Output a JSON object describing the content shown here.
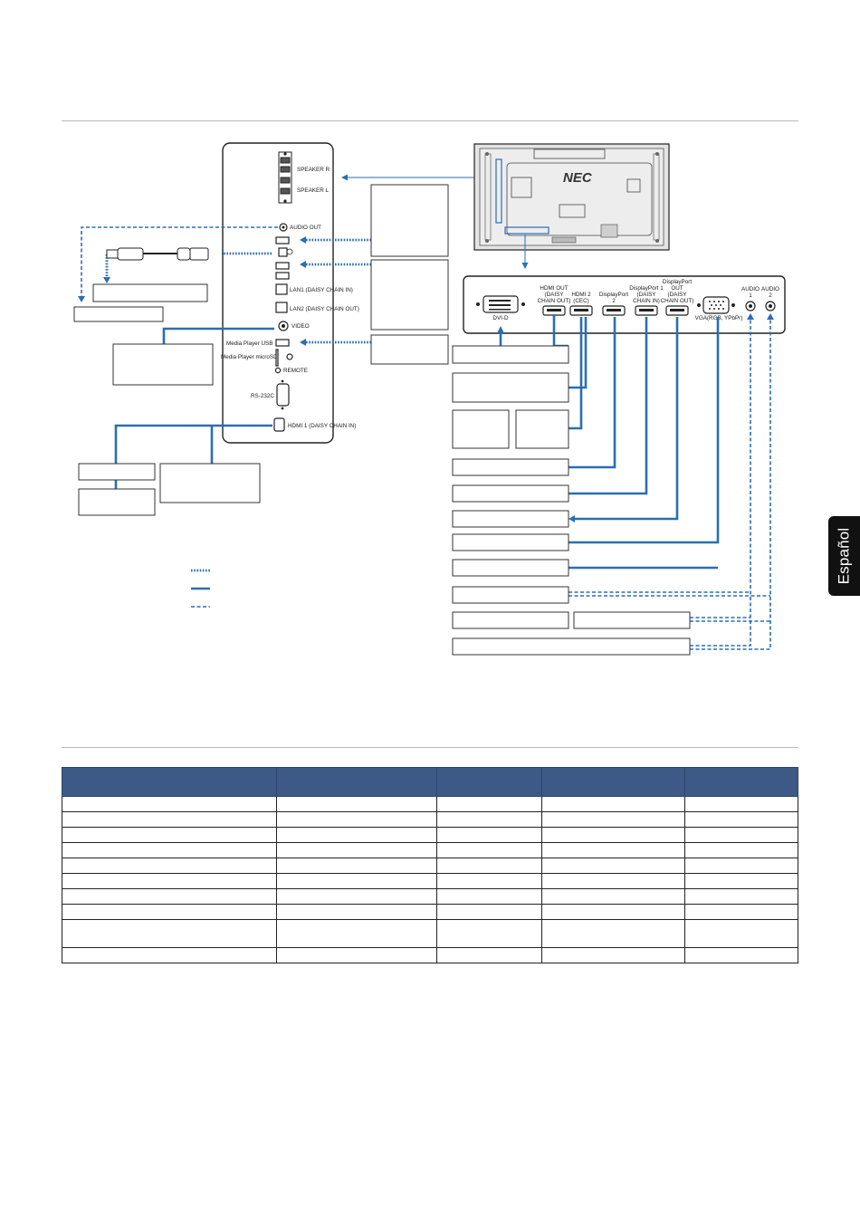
{
  "side_tab": {
    "label": "Español"
  },
  "back_panel_labels": {
    "speaker_r": "SPEAKER R",
    "speaker_l": "SPEAKER L",
    "audio_out": "AUDIO OUT",
    "lan1": "LAN1 (DAISY CHAIN IN)",
    "lan2": "LAN2 (DAISY CHAIN OUT)",
    "video": "VIDEO",
    "media_player_usb": "Media Player USB",
    "media_player_microsd": "Media Player microSD",
    "remote": "REMOTE",
    "rs232c": "RS-232C",
    "hdmi1": "HDMI 1 (DAISY CHAIN IN)"
  },
  "monitor_brand": "NEC",
  "terminal_labels": {
    "dvid": "DVI-D",
    "hdmi_out": [
      "HDMI OUT",
      "(DAISY",
      "CHAIN OUT)"
    ],
    "hdmi2": [
      "HDMI 2",
      "(CEC)"
    ],
    "displayport2": [
      "DisplayPort",
      "2"
    ],
    "displayport1": [
      "DisplayPort 1",
      "(DAISY",
      "CHAIN IN)"
    ],
    "displayport_out": [
      "DisplayPort",
      "OUT",
      "(DAISY",
      "CHAIN OUT)"
    ],
    "vga": "VGA(RGB, YPbPr)",
    "audio1": [
      "AUDIO",
      "1"
    ],
    "audio2": [
      "AUDIO",
      "2"
    ]
  },
  "table": {
    "rows": 10,
    "cols": 5
  }
}
